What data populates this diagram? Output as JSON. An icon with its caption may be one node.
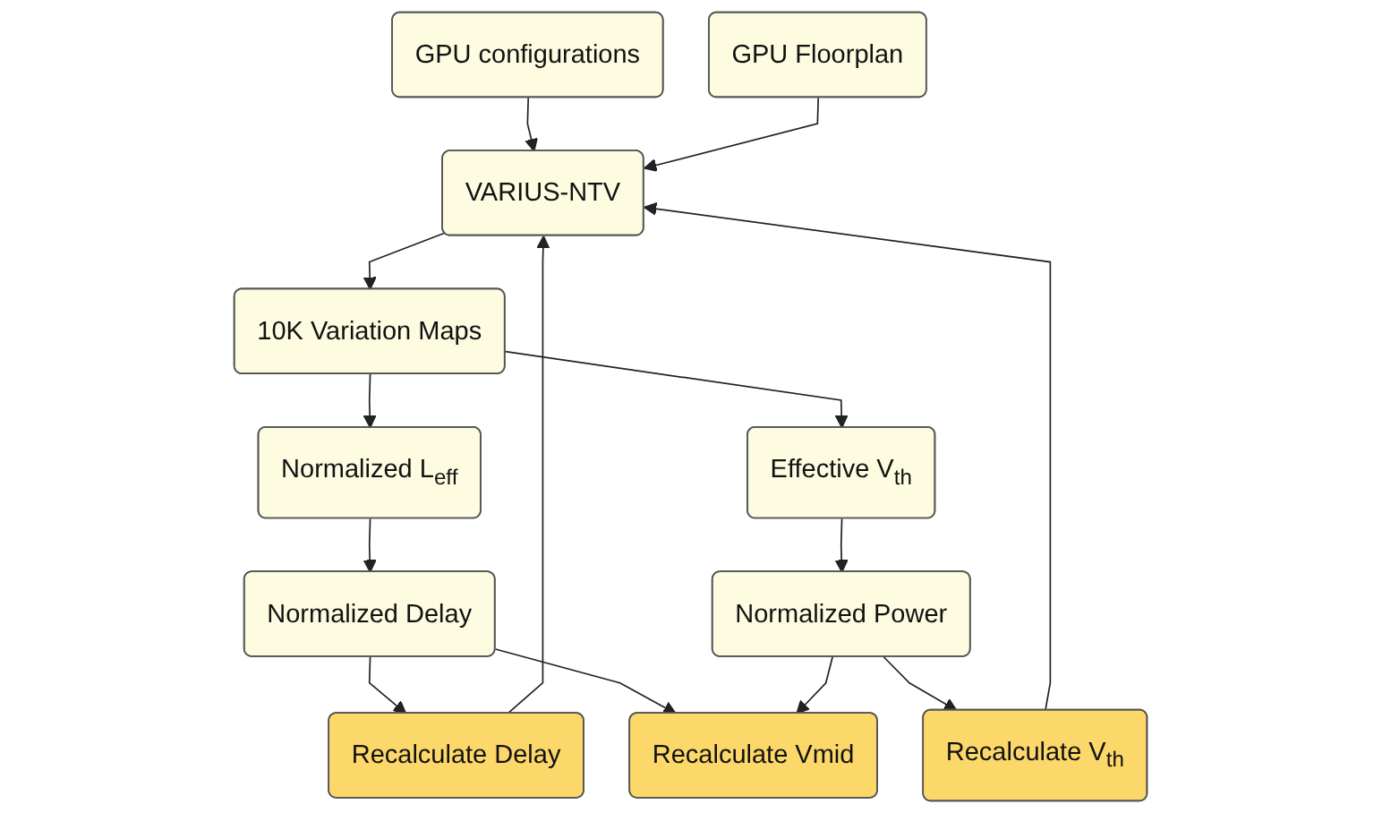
{
  "diagram": {
    "nodes": [
      {
        "text": [
          "GPU configurations"
        ]
      },
      {
        "text": [
          "GPU Floorplan"
        ]
      },
      {
        "text": [
          "Recalculate Delay"
        ]
      },
      {
        "text": [
          "VARIUS-NTV"
        ]
      },
      {
        "text": [
          "Recalculate V$_{th}$"
        ]
      },
      {
        "text": [
          "10K Variation Maps"
        ]
      },
      {
        "text": [
          "Normalized L$_{eff}$"
        ]
      },
      {
        "text": [
          "Effective V$_{th}$"
        ]
      },
      {
        "text": [
          "Normalized Delay"
        ]
      },
      {
        "text": [
          "Normalized Power"
        ]
      },
      {
        "text": [
          "Recalculate Vmid"
        ]
      }
    ],
    "edges": [
      {
        "from": 0,
        "to": 3,
        "arrow": "to"
      },
      {
        "from": 1,
        "to": 3,
        "arrow": "to"
      },
      {
        "from": 2,
        "to": 3,
        "arrow": "to"
      },
      {
        "from": 4,
        "to": 3,
        "arrow": "to"
      },
      {
        "from": 3,
        "to": 5,
        "arrow": "to"
      },
      {
        "from": 5,
        "to": 6,
        "arrow": "to"
      },
      {
        "from": 5,
        "to": 7,
        "arrow": "to"
      },
      {
        "from": 6,
        "to": 8,
        "arrow": "to"
      },
      {
        "from": 7,
        "to": 9,
        "arrow": "to"
      },
      {
        "from": 8,
        "to": 2,
        "arrow": "to"
      },
      {
        "from": 9,
        "to": 4,
        "arrow": "to"
      },
      {
        "from": 8,
        "to": 10,
        "arrow": "to"
      },
      {
        "from": 9,
        "to": 10,
        "arrow": "to"
      }
    ]
  }
}
